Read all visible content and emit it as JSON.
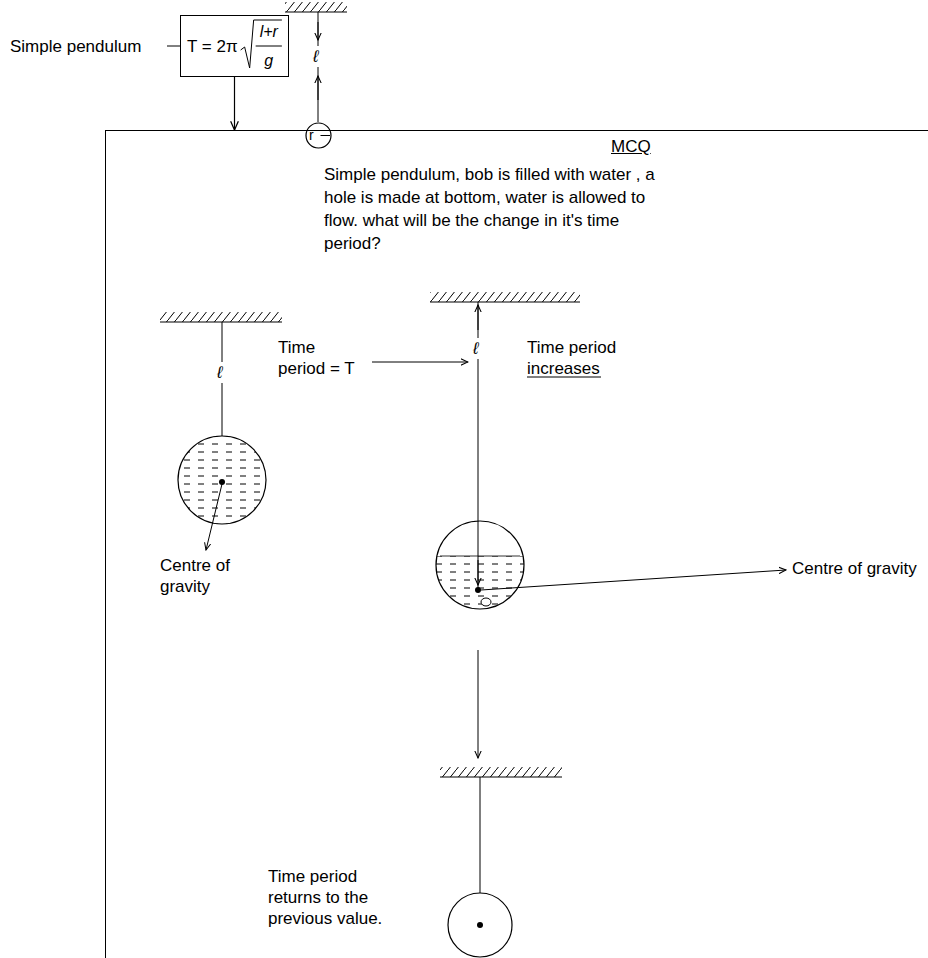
{
  "diagram": {
    "nodes": [
      {
        "text": [
          "T = 2π",
          "l+r",
          "g"
        ]
      },
      {
        "text": [
          "r"
        ]
      },
      {
        "text": [
          "MCQ",
          "Simple pendulum, bob is filled with water , a hole is made at bottom, water is allowed to flow. what will be the change in it's time period?"
        ]
      }
    ],
    "edges": [
      {
        "from": 0,
        "to": 2,
        "arrow": "to"
      }
    ],
    "labels": [
      "Simple pendulum",
      "ℓ",
      "ℓ",
      "Time period = T",
      "Time period increases",
      "ℓ",
      "Centre of gravity",
      "Centre of gravity",
      "Time period returns to the previous value."
    ]
  }
}
